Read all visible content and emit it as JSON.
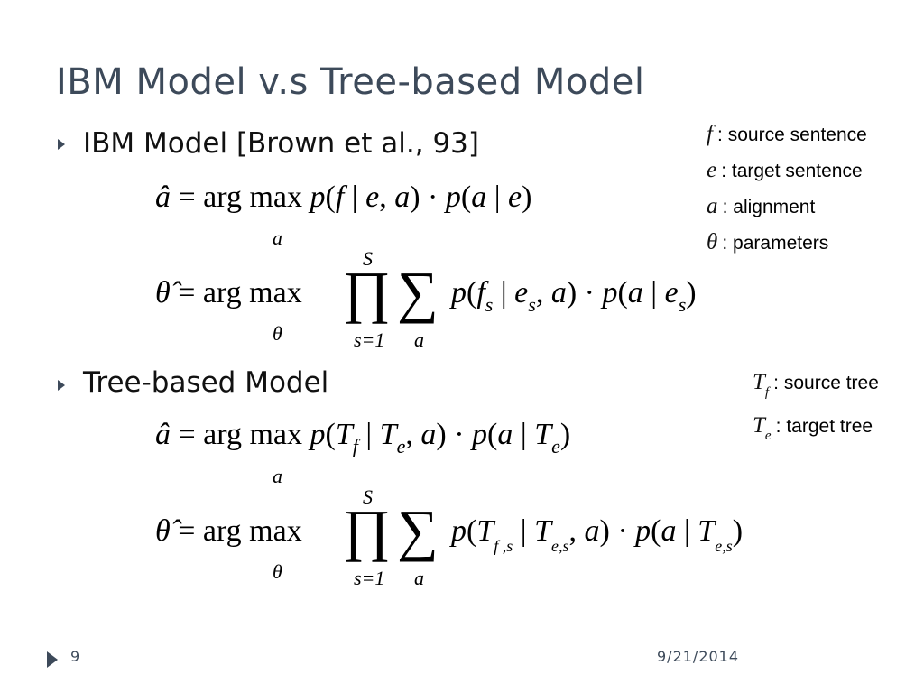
{
  "slide": {
    "title": "IBM Model v.s Tree-based Model",
    "page_number": "9",
    "date": "9/21/2014"
  },
  "bullets": [
    {
      "text": "IBM Model [Brown et al., 93]"
    },
    {
      "text": "Tree-based Model"
    }
  ],
  "legend_ibm": [
    {
      "symbol": "f",
      "desc": ": source sentence"
    },
    {
      "symbol": "e",
      "desc": ": target sentence"
    },
    {
      "symbol": "a",
      "desc": ": alignment"
    },
    {
      "symbol": "θ",
      "desc": ": parameters"
    }
  ],
  "legend_tree": [
    {
      "symbol": "T",
      "sub": "f",
      "desc": ": source tree"
    },
    {
      "symbol": "T",
      "sub": "e",
      "desc": ": target tree"
    }
  ],
  "colors": {
    "title": "#3d4a5a",
    "rule": "#b7bec8",
    "bullet": "#3d4a5a"
  }
}
